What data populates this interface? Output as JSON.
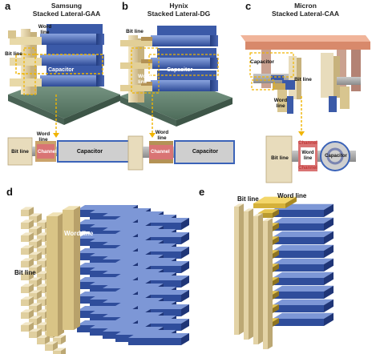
{
  "panels": [
    {
      "letter": "a",
      "company": "Samsung",
      "structure": "Stacked Lateral-GAA",
      "labels": {
        "word_line": "Word line",
        "bit_line": "Bit line",
        "capacitor": "Capacitor"
      },
      "cross_section": {
        "word_line": "Word line",
        "bit_line": "Bit line",
        "channel": "Channel",
        "capacitor": "Capacitor"
      }
    },
    {
      "letter": "b",
      "company": "Hynix",
      "structure": "Stacked Lateral-DG",
      "labels": {
        "bit_line": "Bit line",
        "word_line": "Word line",
        "capacitor": "Capacitor"
      },
      "cross_section": {
        "word_line": "Word line",
        "channel": "Channel",
        "capacitor": "Capacitor"
      }
    },
    {
      "letter": "c",
      "company": "Micron",
      "structure": "Stacked Lateral-CAA",
      "labels": {
        "capacitor": "Capacitor",
        "bit_line": "Bit line",
        "word_line": "Word line"
      },
      "cross_section": {
        "channel_top": "Channel",
        "word_line": "Word line",
        "channel_bottom": "Channel",
        "bit_line": "Bit line",
        "capacitor": "Capacitor"
      }
    },
    {
      "letter": "d",
      "labels": {
        "word_line": "Word line",
        "bit_line": "Bit line"
      }
    },
    {
      "letter": "e",
      "labels": {
        "bit_line": "Bit line",
        "word_line": "Word line"
      }
    }
  ],
  "colors": {
    "word_line": "#e6d6a8",
    "bit_line": "#e8dcbc",
    "capacitor": "#4a66b0",
    "channel": "#d97474",
    "substrate": "#6f8f7c",
    "plate": "#e0a184",
    "highlight": "#f0b400"
  }
}
